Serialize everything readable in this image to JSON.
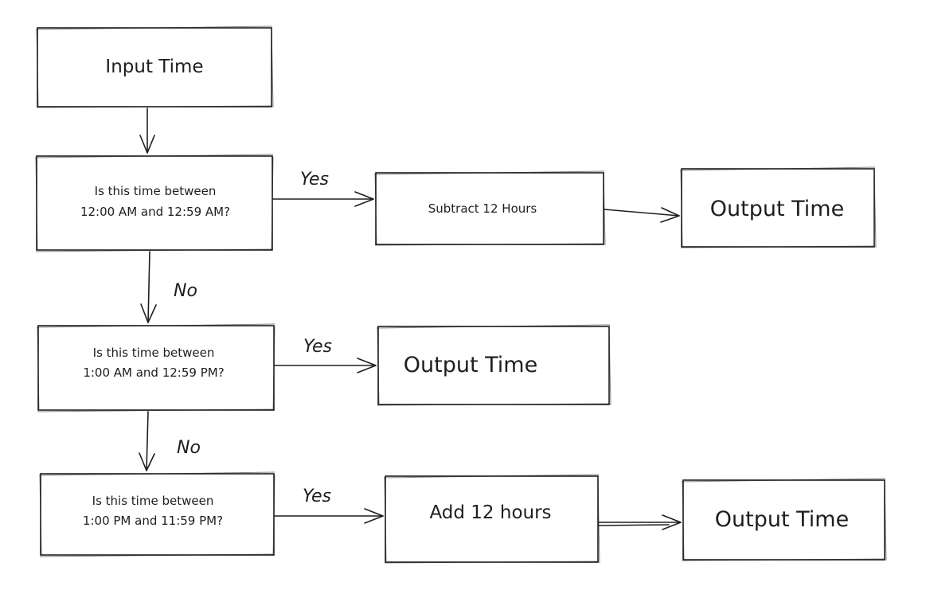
{
  "nodes": {
    "input_time": {
      "text": "Input Time"
    },
    "decision_1": {
      "lines": [
        "Is this time between",
        "12:00 AM and 12:59 AM?"
      ]
    },
    "subtract_12": {
      "text": "Subtract 12 Hours"
    },
    "output_1": {
      "text": "Output Time"
    },
    "decision_2": {
      "lines": [
        "Is this time between",
        "1:00 AM and 12:59 PM?"
      ]
    },
    "output_2": {
      "text": "Output Time"
    },
    "decision_3": {
      "lines": [
        "Is this time between",
        "1:00 PM and 11:59 PM?"
      ]
    },
    "add_12": {
      "text": "Add 12 hours"
    },
    "output_3": {
      "text": "Output Time"
    }
  },
  "edges": {
    "d1_yes": "Yes",
    "d1_no": "No",
    "d2_yes": "Yes",
    "d2_no": "No",
    "d3_yes": "Yes"
  },
  "colors": {
    "stroke": "#1e1e1e",
    "background": "#ffffff"
  }
}
